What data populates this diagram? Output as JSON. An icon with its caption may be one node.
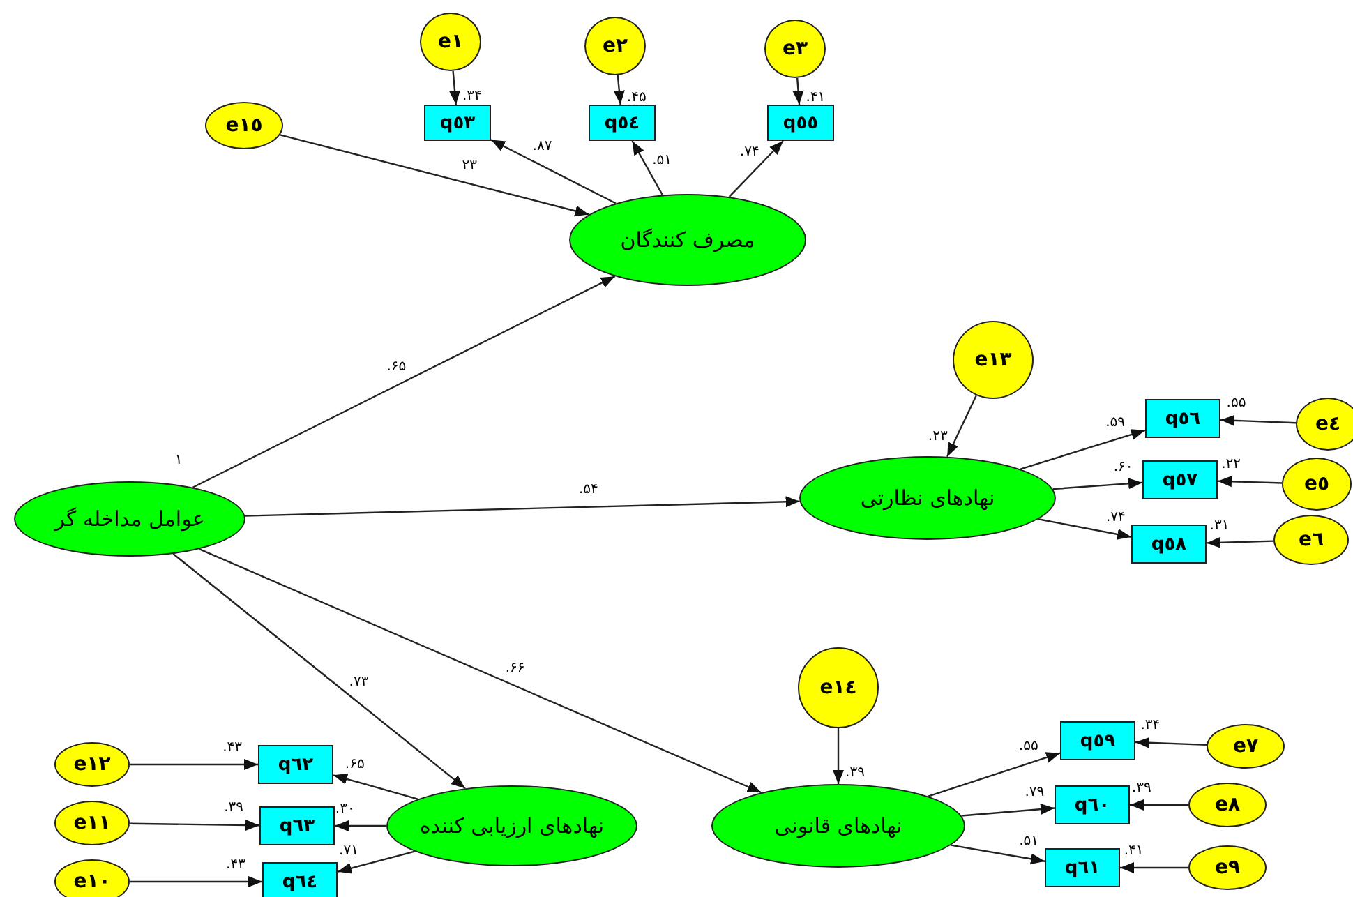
{
  "diagram": {
    "nodes": [
      {
        "text": [
          "e١"
        ]
      },
      {
        "text": [
          "e٢"
        ]
      },
      {
        "text": [
          "e٣"
        ]
      },
      {
        "text": [
          "e١٥"
        ]
      },
      {
        "text": [
          "q٥٣"
        ]
      },
      {
        "text": [
          "q٥٤"
        ]
      },
      {
        "text": [
          "q٥٥"
        ]
      },
      {
        "text": [
          "مصرف کنندگان"
        ]
      },
      {
        "text": [
          "e١٣"
        ]
      },
      {
        "text": [
          "q٥٦"
        ]
      },
      {
        "text": [
          "e٤"
        ]
      },
      {
        "text": [
          "q٥٧"
        ]
      },
      {
        "text": [
          "e٥"
        ]
      },
      {
        "text": [
          "عوامل مداخله گر"
        ]
      },
      {
        "text": [
          "نهادهای نظارتی"
        ]
      },
      {
        "text": [
          "q٥٨"
        ]
      },
      {
        "text": [
          "e٦"
        ]
      },
      {
        "text": [
          "e١٤"
        ]
      },
      {
        "text": [
          "e١٢"
        ]
      },
      {
        "text": [
          "q٦٢"
        ]
      },
      {
        "text": [
          "q٥٩"
        ]
      },
      {
        "text": [
          "e٧"
        ]
      },
      {
        "text": [
          "e١١"
        ]
      },
      {
        "text": [
          "q٦٣"
        ]
      },
      {
        "text": [
          "نهادهای ارزیابی کننده"
        ]
      },
      {
        "text": [
          "q٦٠"
        ]
      },
      {
        "text": [
          "e٨"
        ]
      },
      {
        "text": [
          "e١٠"
        ]
      },
      {
        "text": [
          "q٦٤"
        ]
      },
      {
        "text": [
          "نهادهای قانونی"
        ]
      },
      {
        "text": [
          "q٦١"
        ]
      },
      {
        "text": [
          "e٩"
        ]
      }
    ],
    "edges": [
      {
        "from": 0,
        "to": 4,
        "arrow": "to",
        "label": ".۳۴"
      },
      {
        "from": 1,
        "to": 5,
        "arrow": "to",
        "label": ".۴۵"
      },
      {
        "from": 2,
        "to": 6,
        "arrow": "to",
        "label": ".۴۱"
      },
      {
        "from": 3,
        "to": 7,
        "arrow": "to",
        "label": "۲۳"
      },
      {
        "from": 7,
        "to": 4,
        "arrow": "to",
        "label": ".۸۷"
      },
      {
        "from": 7,
        "to": 5,
        "arrow": "to",
        "label": ".۵۱"
      },
      {
        "from": 7,
        "to": 6,
        "arrow": "to",
        "label": ".۷۴"
      },
      {
        "from": 13,
        "to": 7,
        "arrow": "to",
        "label": ".۶۵"
      },
      {
        "from": 13,
        "to": 14,
        "arrow": "to",
        "label": ".۵۴"
      },
      {
        "from": 13,
        "to": 29,
        "arrow": "to",
        "label": ".۶۶"
      },
      {
        "from": 13,
        "to": 24,
        "arrow": "to",
        "label": ".۷۳"
      },
      {
        "from": 8,
        "to": 14,
        "arrow": "to",
        "label": ".۲۳"
      },
      {
        "from": 14,
        "to": 9,
        "arrow": "to",
        "label": ".۵۹"
      },
      {
        "from": 14,
        "to": 11,
        "arrow": "to",
        "label": ".۶۰"
      },
      {
        "from": 14,
        "to": 15,
        "arrow": "to",
        "label": ".۷۴"
      },
      {
        "from": 10,
        "to": 9,
        "arrow": "to",
        "label": ".۵۵"
      },
      {
        "from": 12,
        "to": 11,
        "arrow": "to",
        "label": ".۲۲"
      },
      {
        "from": 16,
        "to": 15,
        "arrow": "to",
        "label": ".۳۱"
      },
      {
        "from": 17,
        "to": 29,
        "arrow": "to",
        "label": ".۳۹"
      },
      {
        "from": 29,
        "to": 20,
        "arrow": "to",
        "label": ".۵۵"
      },
      {
        "from": 29,
        "to": 25,
        "arrow": "to",
        "label": ".۷۹"
      },
      {
        "from": 29,
        "to": 30,
        "arrow": "to",
        "label": ".۵۱"
      },
      {
        "from": 21,
        "to": 20,
        "arrow": "to",
        "label": ".۳۴"
      },
      {
        "from": 26,
        "to": 25,
        "arrow": "to",
        "label": ".۳۹"
      },
      {
        "from": 31,
        "to": 30,
        "arrow": "to",
        "label": ".۴۱"
      },
      {
        "from": 24,
        "to": 19,
        "arrow": "to",
        "label": ".۶۵"
      },
      {
        "from": 24,
        "to": 23,
        "arrow": "to",
        "label": ".۳۰"
      },
      {
        "from": 24,
        "to": 28,
        "arrow": "to",
        "label": ".۷۱"
      },
      {
        "from": 18,
        "to": 19,
        "arrow": "to",
        "label": ".۴۳"
      },
      {
        "from": 22,
        "to": 23,
        "arrow": "to",
        "label": ".۳۹"
      },
      {
        "from": 27,
        "to": 28,
        "arrow": "to",
        "label": ".۴۳"
      }
    ],
    "labels": [
      "۱"
    ]
  }
}
